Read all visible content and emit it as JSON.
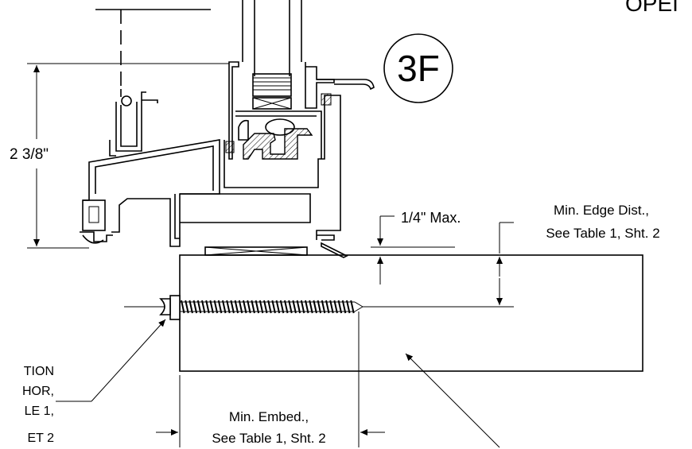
{
  "detail": {
    "corner_label": "OPEI",
    "callout_number": "3F"
  },
  "dimensions": {
    "height": "2 3/8\"",
    "gap": "1/4\" Max.",
    "edge_line1": "Min. Edge Dist.,",
    "edge_line2": "See Table 1, Sht. 2",
    "embed_line1": "Min. Embed.,",
    "embed_line2": "See Table 1, Sht. 2"
  },
  "anchor_note": [
    "TION",
    "HOR,",
    "LE 1,",
    "ET 2"
  ],
  "colors": {
    "line": "#000000",
    "background": "#ffffff"
  }
}
